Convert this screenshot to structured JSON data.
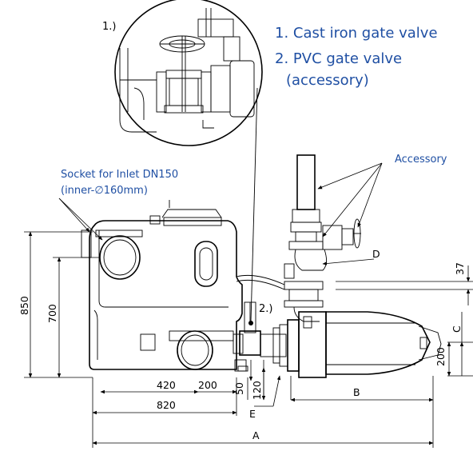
{
  "notes": {
    "detail_marker": "1.)",
    "item1": "1. Cast iron gate valve",
    "item2": "2. PVC gate valve",
    "item2b": "(accessory)",
    "marker2": "2.)"
  },
  "callouts": {
    "accessory": "Accessory",
    "socket_line1": "Socket for Inlet DN150",
    "socket_line2": "(inner-∅160mm)"
  },
  "dimensions": {
    "h850": "850",
    "h700": "700",
    "w420": "420",
    "w200_bottom": "200",
    "w820": "820",
    "h50": "50",
    "h120": "120",
    "letter_e": "E",
    "letter_a": "A",
    "letter_b": "B",
    "letter_c": "C",
    "letter_d": "D",
    "h200_right": "200",
    "h37": "37"
  },
  "colors": {
    "note_blue": "#1f4fa3",
    "line": "#000000"
  }
}
